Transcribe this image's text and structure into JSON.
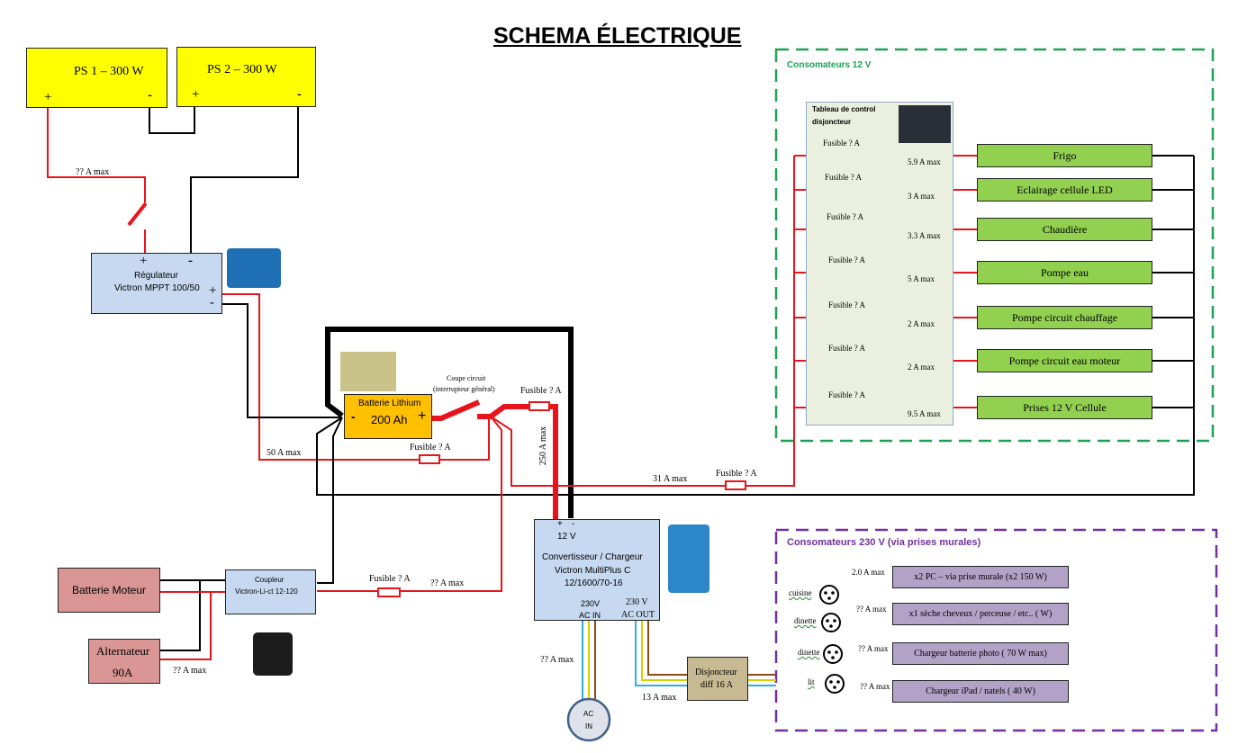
{
  "title": "SCHEMA ÉLECTRIQUE",
  "solar": {
    "ps1": {
      "label": "PS 1 – 300 W",
      "plus": "+",
      "minus": "-"
    },
    "ps2": {
      "label": "PS 2 – 300 W",
      "plus": "+",
      "minus": "-"
    },
    "wire_label": "?? A max"
  },
  "regulator": {
    "title": "Régulateur",
    "model": "Victron MPPT 100/50",
    "plus": "+",
    "minus": "-",
    "out_plus": "+",
    "out_minus": "-",
    "out_wire_label": "50 A max"
  },
  "battery": {
    "title": "Batterie Lithium",
    "capacity": "200 Ah",
    "minus": "-",
    "plus": "+"
  },
  "main_switch": {
    "line1": "Coupe circuit",
    "line2": "(interrupteur général)"
  },
  "fuses": {
    "regulator": "Fusible ? A",
    "inverter": "Fusible ? A",
    "panel": "Fusible ? A",
    "coupler": "Fusible ? A"
  },
  "wires": {
    "inverter": "250 A max",
    "panel": "31 A  max",
    "coupler": "?? A max",
    "alternator": "?? A max",
    "ac_in": "?? A max",
    "ac_out": "13 A max"
  },
  "inverter": {
    "plus": "+",
    "minus": "-",
    "voltage": "12 V",
    "title": "Convertisseur /  Chargeur",
    "model": "Victron MultiPlus C",
    "spec": "12/1600/70-16",
    "ac_in_v": "230V",
    "ac_in": "AC IN",
    "ac_out_v": "230 V",
    "ac_out": "AC OUT"
  },
  "ac_source": {
    "line1": "AC",
    "line2": "IN"
  },
  "breaker": {
    "line1": "Disjoncteur",
    "line2": "diff 16 A"
  },
  "engine_battery": {
    "label": "Batterie Moteur"
  },
  "alternator": {
    "line1": "Alternateur",
    "line2": "90A"
  },
  "coupler": {
    "title": "Coupleur",
    "model": "Victron-Li-ct 12-120"
  },
  "consumers_12v": {
    "title": "Consomateurs 12 V",
    "panel_title": "Tableau de control",
    "panel_title2": "disjoncteur",
    "items": [
      {
        "name": "Frigo",
        "fuse": "Fusible ? A",
        "max": "5.9 A max"
      },
      {
        "name": "Eclairage cellule LED",
        "fuse": "Fusible ? A",
        "max": "3 A max"
      },
      {
        "name": "Chaudière",
        "fuse": "Fusible ? A",
        "max": "3.3 A max"
      },
      {
        "name": "Pompe eau",
        "fuse": "Fusible ? A",
        "max": "5 A max"
      },
      {
        "name": "Pompe circuit chauffage",
        "fuse": "Fusible ? A",
        "max": "2 A max"
      },
      {
        "name": "Pompe circuit eau moteur",
        "fuse": "Fusible ? A",
        "max": "2 A max"
      },
      {
        "name": "Prises 12 V Cellule",
        "fuse": "Fusible ? A",
        "max": "9.5 A max"
      }
    ]
  },
  "consumers_230v": {
    "title": "Consomateurs 230 V (via prises murales)",
    "sockets": [
      "cuisine",
      "dinette",
      "dinette",
      "lit"
    ],
    "items": [
      {
        "name": "x2 PC – via prise murale (x2 150 W)",
        "max": "2.0 A max"
      },
      {
        "name": "x1 sèche cheveux / perceuse / etc.. ( W)",
        "max": "?? A max"
      },
      {
        "name": "Chargeur batterie photo ( 70 W max)",
        "max": "?? A max"
      },
      {
        "name": "Chargeur iPad / natels ( 40 W)",
        "max": "?? A max"
      }
    ]
  },
  "colors": {
    "positive": "#e8141b",
    "negative": "#000000",
    "group_12v": "#1fa055",
    "group_230v": "#7030a0",
    "ac_blue": "#2eaee0",
    "ac_yellow": "#d8d000",
    "ac_brown": "#8b4a1c"
  }
}
